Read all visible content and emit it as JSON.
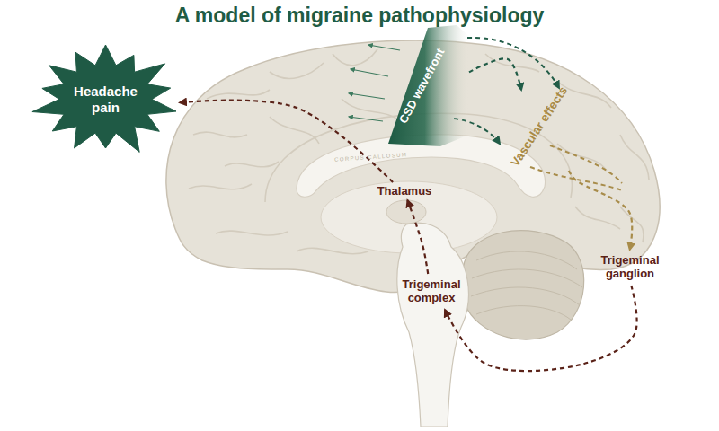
{
  "diagram": {
    "title": "A model of migraine pathophysiology",
    "nodes": [
      {
        "text": [
          "Headache pain"
        ]
      },
      {
        "text": [
          "CSD wavefront"
        ]
      },
      {
        "text": [
          "Vascular effects"
        ]
      },
      {
        "text": [
          "Thalamus"
        ]
      },
      {
        "text": [
          "Trigeminal complex"
        ]
      },
      {
        "text": [
          "Trigeminal ganglion"
        ]
      }
    ],
    "edges": [
      {
        "from": 1,
        "to": 2,
        "arrow": "to"
      },
      {
        "from": 2,
        "to": 5,
        "arrow": "to"
      },
      {
        "from": 5,
        "to": 4,
        "arrow": "to"
      },
      {
        "from": 4,
        "to": 3,
        "arrow": "to"
      },
      {
        "from": 3,
        "to": 0,
        "arrow": "to"
      }
    ],
    "labels": [
      "CORPUS CALLOSUM"
    ]
  }
}
